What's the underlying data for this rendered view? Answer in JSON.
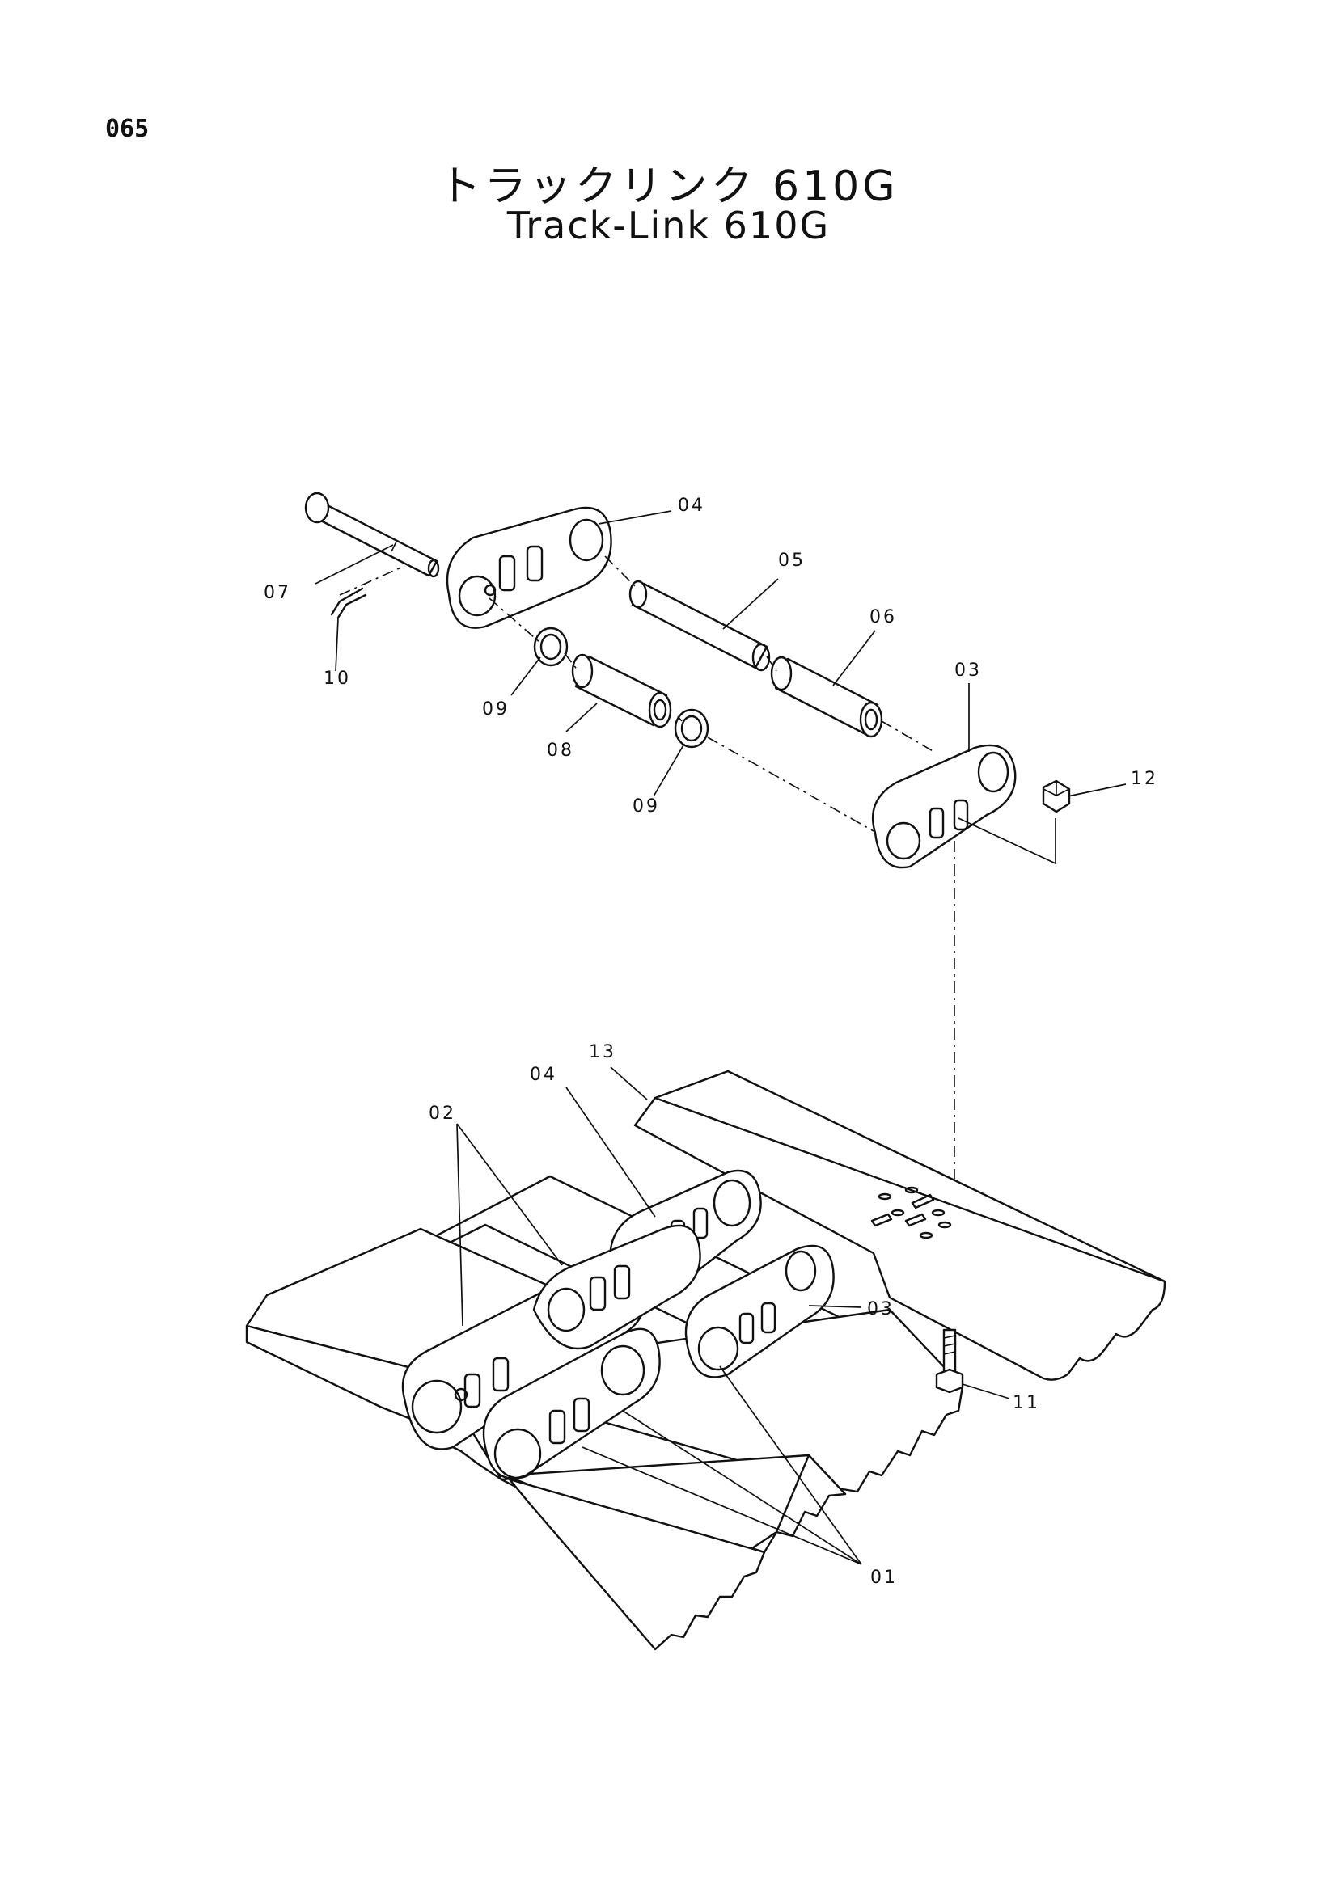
{
  "page": {
    "number": "065"
  },
  "title": {
    "japanese": "トラックリンク 610G",
    "english": "Track-Link 610G"
  },
  "callouts": {
    "c01": "01",
    "c02": "02",
    "c03_top": "03",
    "c03_bottom": "03",
    "c04_top": "04",
    "c04_bottom": "04",
    "c05": "05",
    "c06": "06",
    "c07": "07",
    "c08": "08",
    "c09_upper": "09",
    "c09_lower": "09",
    "c10": "10",
    "c11": "11",
    "c12": "12",
    "c13": "13"
  }
}
